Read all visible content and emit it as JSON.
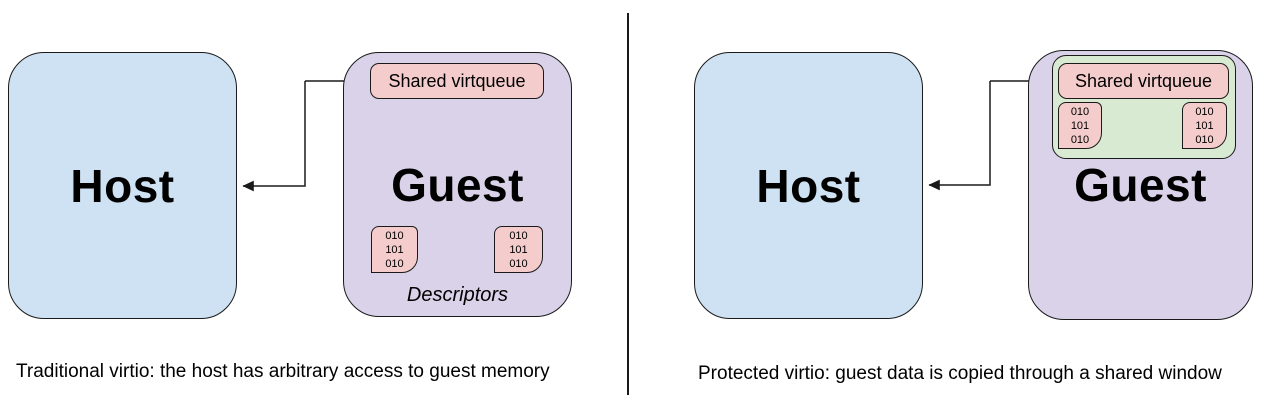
{
  "colors": {
    "host_fill": "#cfe2f3",
    "guest_fill": "#d9d2e9",
    "virtqueue_fill": "#f4cccc",
    "memory_block_fill": "#f4cccc",
    "shared_window_fill": "#d9ead3",
    "stroke": "#1a1a1a"
  },
  "left": {
    "host_label": "Host",
    "guest_label": "Guest",
    "virtqueue_label": "Shared virtqueue",
    "memory_blocks": [
      "010\n101\n010",
      "010\n101\n010"
    ],
    "descriptors_label": "Descriptors",
    "caption": "Traditional virtio: the host has arbitrary access to guest memory"
  },
  "right": {
    "host_label": "Host",
    "guest_label": "Guest",
    "virtqueue_label": "Shared virtqueue",
    "memory_blocks": [
      "010\n101\n010",
      "010\n101\n010"
    ],
    "caption": "Protected virtio: guest data is copied through a shared window"
  }
}
